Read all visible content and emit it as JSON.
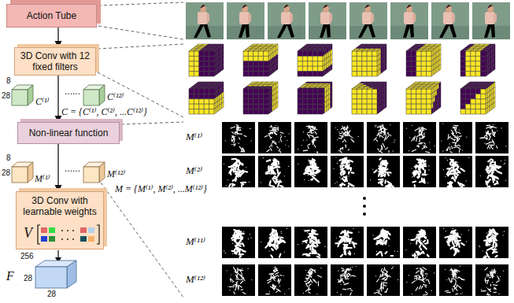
{
  "diagram": {
    "nodes": [
      {
        "text": [
          "Action Tube"
        ]
      },
      {
        "text": [
          "3D Conv with 12 fixed filters"
        ]
      },
      {
        "text": [
          "Non-linear function"
        ]
      },
      {
        "text": [
          "3D Conv with learnable weights",
          "V"
        ]
      }
    ],
    "edges": [
      {
        "from": 0,
        "to": 1,
        "arrow": "to"
      },
      {
        "from": 1,
        "to": 2,
        "arrow": "to"
      },
      {
        "from": 2,
        "to": 3,
        "arrow": "to"
      }
    ],
    "labels": [
      "8",
      "28",
      "C⁽¹⁾",
      "......",
      "C⁽¹²⁾",
      "C = {C⁽¹⁾, C⁽²⁾, ...C⁽¹²⁾}",
      "8",
      "28",
      "M⁽¹⁾",
      "......",
      "M⁽¹²⁾",
      "M = {M⁽¹⁾, M⁽²⁾, ...M⁽¹²⁾}",
      "256",
      "F",
      "28",
      "28",
      "M⁽¹⁾",
      "M⁽²⁾",
      "M⁽¹¹⁾",
      "M⁽¹²⁾"
    ]
  }
}
